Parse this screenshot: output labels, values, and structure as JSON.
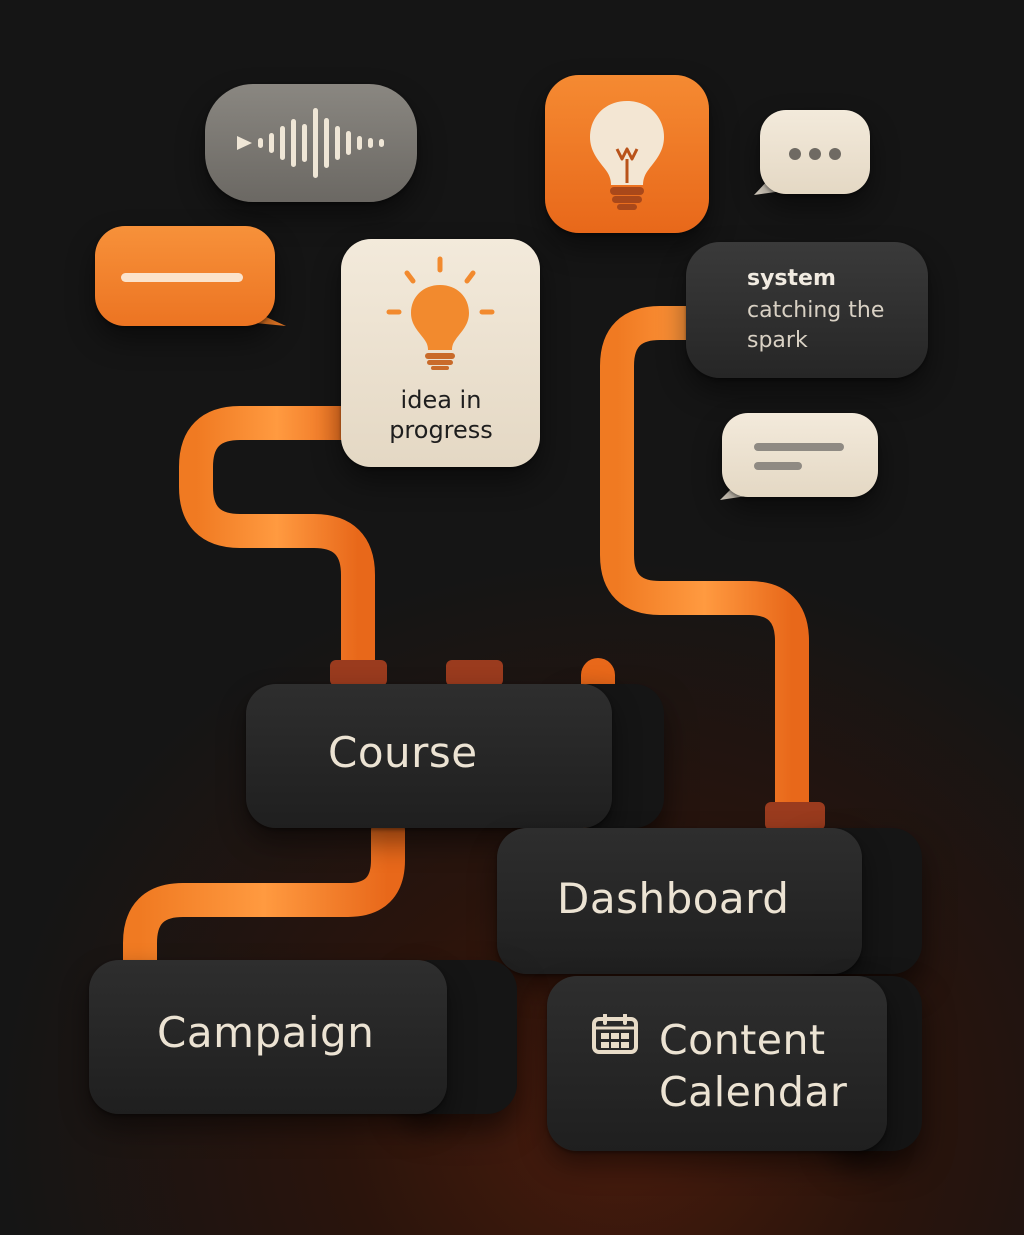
{
  "colors": {
    "accent": "#f28a2e",
    "accent_dark": "#e86a1c",
    "connector": "#9a3b1e",
    "block": "#262626",
    "cream": "#efe6d6",
    "text_light": "#ece3d3",
    "text_dark": "#1e1e1e"
  },
  "idea_card": {
    "label": "idea in progress",
    "icon": "lightbulb-icon"
  },
  "system_bubble": {
    "title": "system",
    "body": "catching the spark"
  },
  "nodes": {
    "course": "Course",
    "dashboard": "Dashboard",
    "campaign": "Campaign",
    "content_calendar": "Content Calendar",
    "content_calendar_icon": "calendar-icon"
  },
  "icons": [
    "waveform-icon",
    "lightbulb-icon",
    "ellipsis-icon",
    "text-lines-icon"
  ]
}
